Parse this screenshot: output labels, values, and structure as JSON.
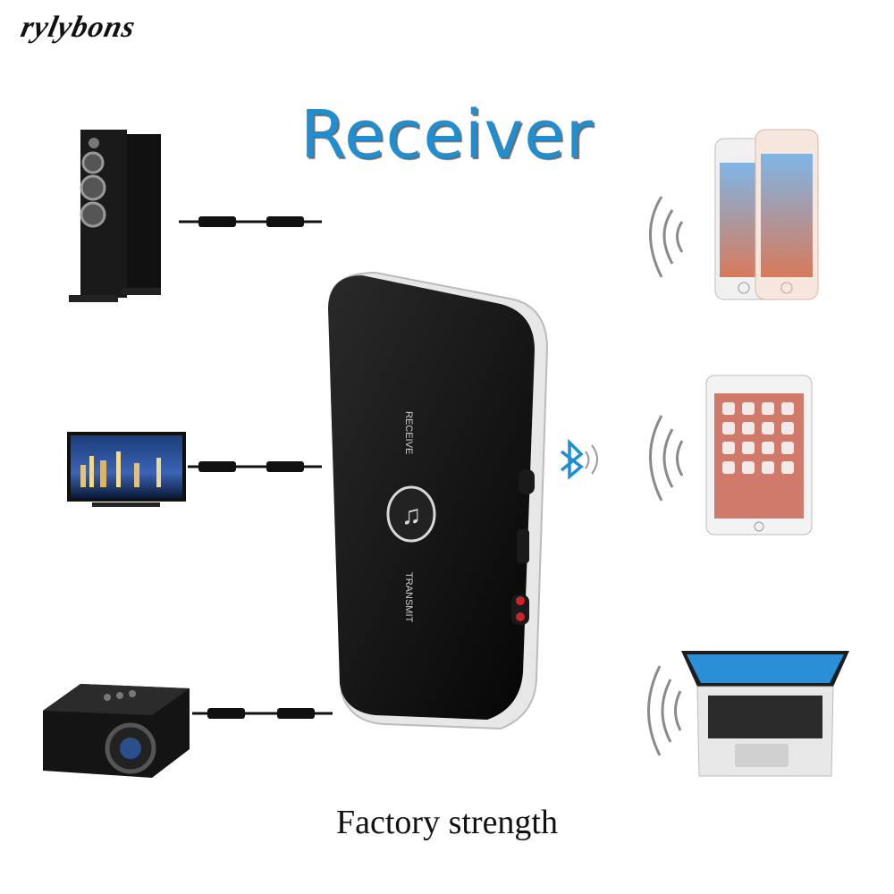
{
  "brand": {
    "name": "rylybons"
  },
  "hero": {
    "title": "Receiver"
  },
  "device": {
    "receive_label": "RECEIVE",
    "transmit_label": "TRANSMIT",
    "button_icon": "music-note-icon"
  },
  "caption": {
    "text": "Factory strength"
  },
  "left_devices": [
    "speaker-icon",
    "tv-icon",
    "projector-icon"
  ],
  "right_devices": [
    "phones-icon",
    "tablet-icon",
    "laptop-icon"
  ],
  "colors": {
    "accent": "#1f8fd1",
    "device_body": "#111111",
    "bluetooth": "#1f8fd1"
  }
}
